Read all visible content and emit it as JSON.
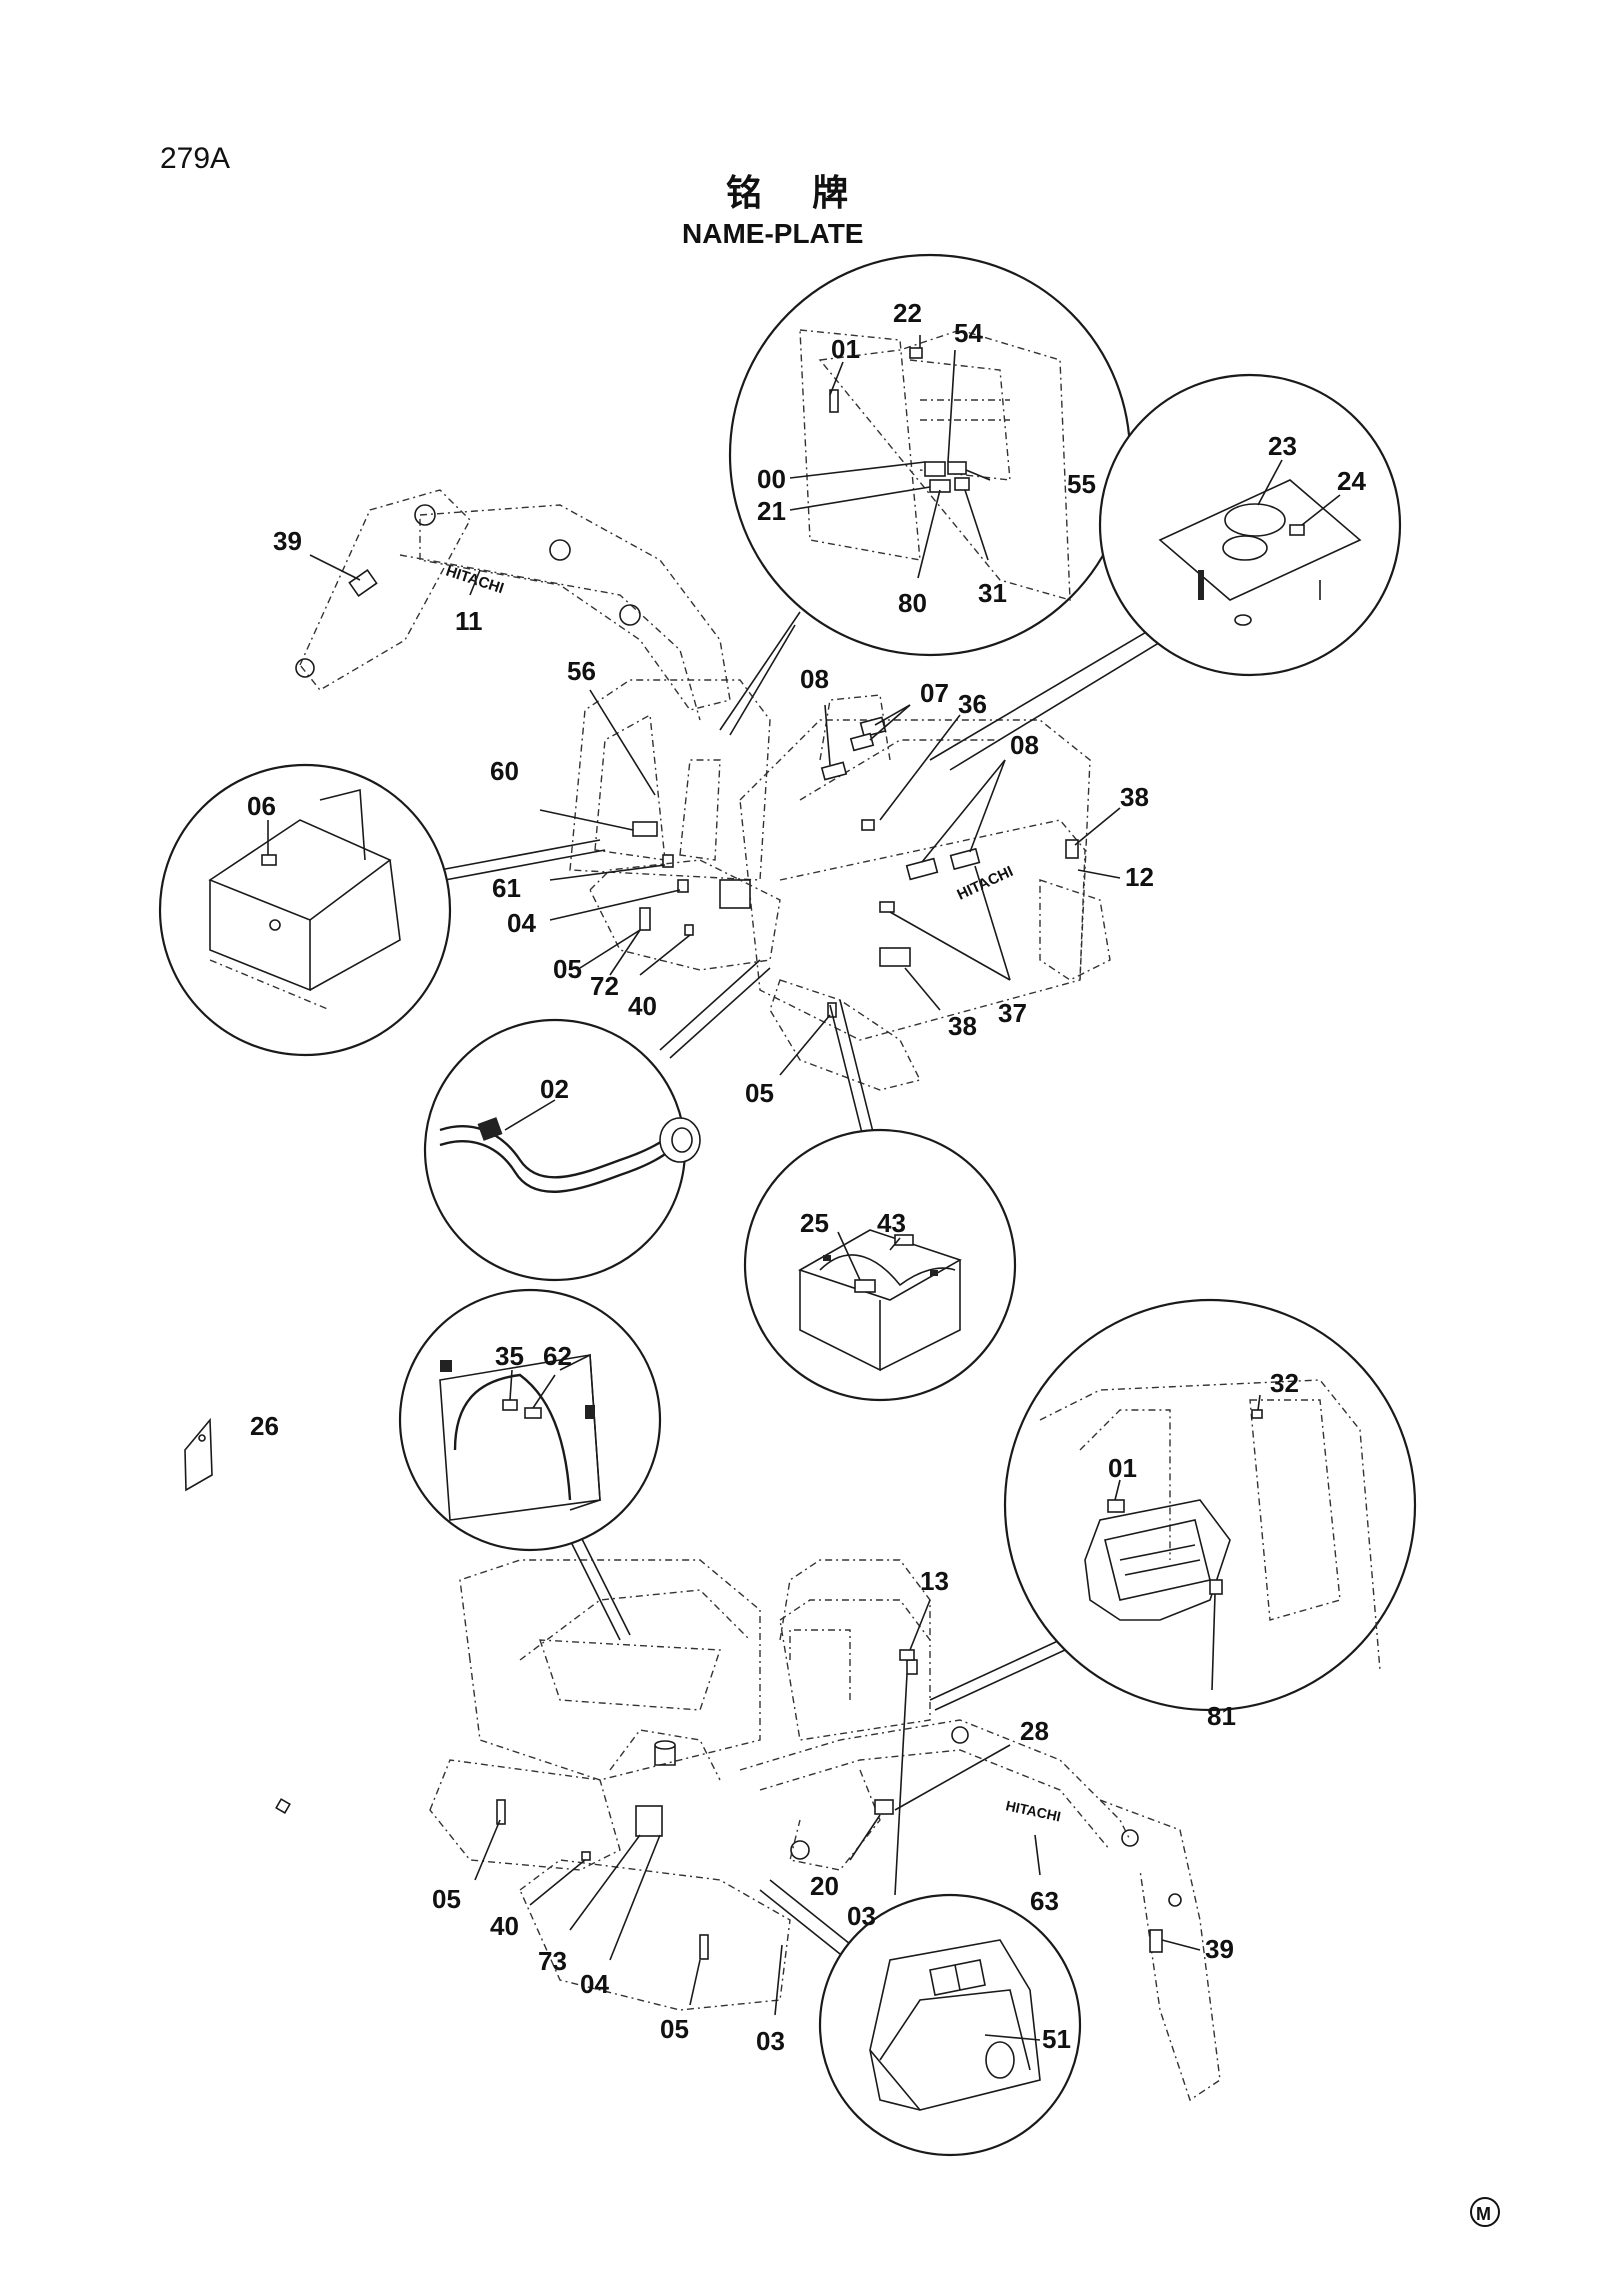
{
  "header": {
    "page_code": "279A",
    "title_cn": "铭    牌",
    "title_en": "NAME-PLATE"
  },
  "brand_marks": {
    "boom_upper": "HITACHI",
    "counterweight": "HITACHI",
    "boom_lower": "HITACHI"
  },
  "labels": {
    "l22": "22",
    "l54": "54",
    "l01a": "01",
    "l00": "00",
    "l55": "55",
    "l21": "21",
    "l80": "80",
    "l31": "31",
    "l23": "23",
    "l24": "24",
    "l39a": "39",
    "l11": "11",
    "l56": "56",
    "l08a": "08",
    "l07": "07",
    "l36": "36",
    "l08b": "08",
    "l38a": "38",
    "l12": "12",
    "l60": "60",
    "l61": "61",
    "l04a": "04",
    "l05a": "05",
    "l72": "72",
    "l40a": "40",
    "l38b": "38",
    "l37": "37",
    "l05b": "05",
    "l06": "06",
    "l02": "02",
    "l43": "43",
    "l25": "25",
    "l35": "35",
    "l62": "62",
    "l26": "26",
    "l32": "32",
    "l01b": "01",
    "l81": "81",
    "l13": "13",
    "l28": "28",
    "l05c": "05",
    "l40b": "40",
    "l73": "73",
    "l04b": "04",
    "l20": "20",
    "l03a": "03",
    "l63": "63",
    "l39b": "39",
    "l05d": "05",
    "l03b": "03",
    "l51": "51"
  },
  "footer": {
    "mark": "M"
  }
}
